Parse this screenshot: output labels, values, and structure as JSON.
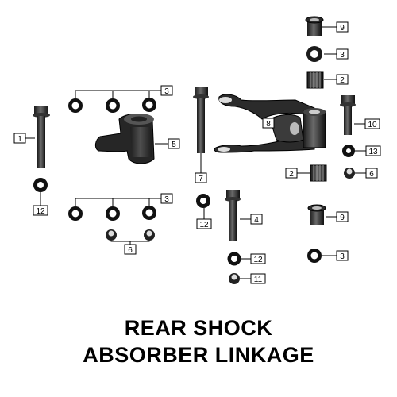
{
  "title": {
    "line1": "REAR SHOCK",
    "line2": "ABSORBER LINKAGE"
  },
  "callouts": [
    {
      "id": "c9a",
      "label": "9"
    },
    {
      "id": "c3a",
      "label": "3"
    },
    {
      "id": "c2a",
      "label": "2"
    },
    {
      "id": "c3b",
      "label": "3"
    },
    {
      "id": "c8",
      "label": "8"
    },
    {
      "id": "c10",
      "label": "10"
    },
    {
      "id": "c1",
      "label": "1"
    },
    {
      "id": "c5",
      "label": "5"
    },
    {
      "id": "c7",
      "label": "7"
    },
    {
      "id": "c13",
      "label": "13"
    },
    {
      "id": "c2b",
      "label": "2"
    },
    {
      "id": "c6a",
      "label": "6"
    },
    {
      "id": "c12a",
      "label": "12"
    },
    {
      "id": "c3c",
      "label": "3"
    },
    {
      "id": "c12b",
      "label": "12"
    },
    {
      "id": "c4",
      "label": "4"
    },
    {
      "id": "c9b",
      "label": "9"
    },
    {
      "id": "c6b",
      "label": "6"
    },
    {
      "id": "c12c",
      "label": "12"
    },
    {
      "id": "c3d",
      "label": "3"
    },
    {
      "id": "c11",
      "label": "11"
    }
  ]
}
